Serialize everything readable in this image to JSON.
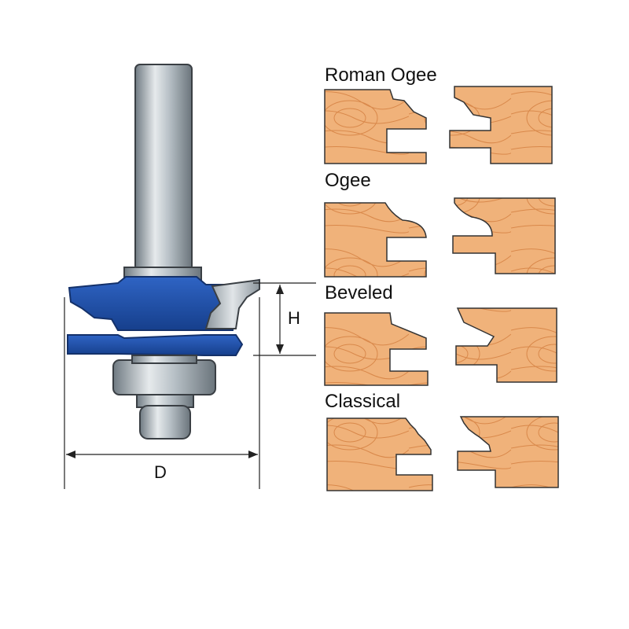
{
  "dimensions": {
    "height_label": "H",
    "diameter_label": "D"
  },
  "profiles": [
    {
      "title": "Roman Ogee"
    },
    {
      "title": "Ogee"
    },
    {
      "title": "Beveled"
    },
    {
      "title": "Classical"
    }
  ],
  "colors": {
    "cutter_blue": "#1d4fa6",
    "shank_steel": "#9aa6ae",
    "carbide": "#c9ced2",
    "wood": "#f0b27a",
    "wood_grain": "#c9703a",
    "outline": "#333333"
  }
}
